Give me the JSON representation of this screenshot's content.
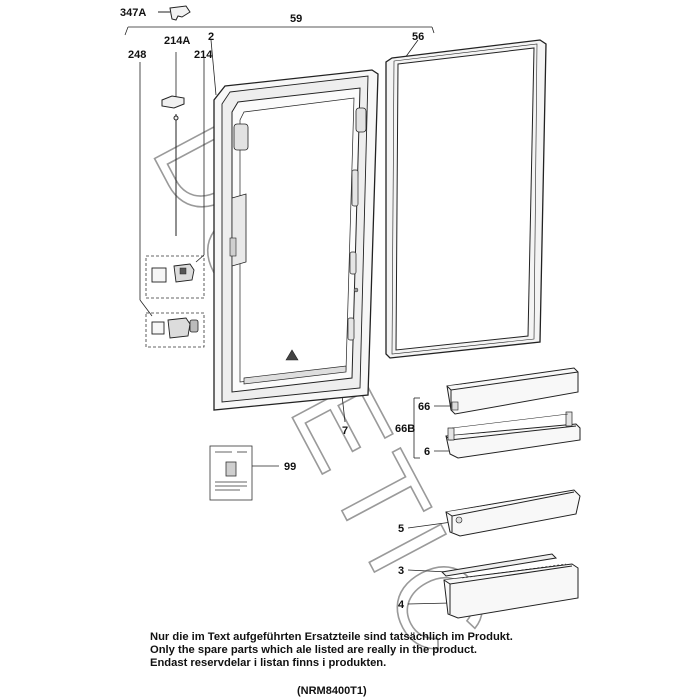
{
  "watermark": "DOMETIC",
  "callouts": {
    "c347a": "347A",
    "c59": "59",
    "c214a": "214A",
    "c2": "2",
    "c214": "214",
    "c248": "248",
    "c56": "56",
    "c66": "66",
    "c66b": "66B",
    "c6": "6",
    "c7": "7",
    "c99": "99",
    "c5": "5",
    "c3": "3",
    "c4": "4"
  },
  "note_lines": [
    "Nur die im Text aufgeführten Ersatzteile sind tatsächlich im Produkt.",
    "Only the spare parts which ale listed are really in the product.",
    "Endast reservdelar i listan finns i produkten."
  ],
  "model_code": "(NRM8400T1)"
}
